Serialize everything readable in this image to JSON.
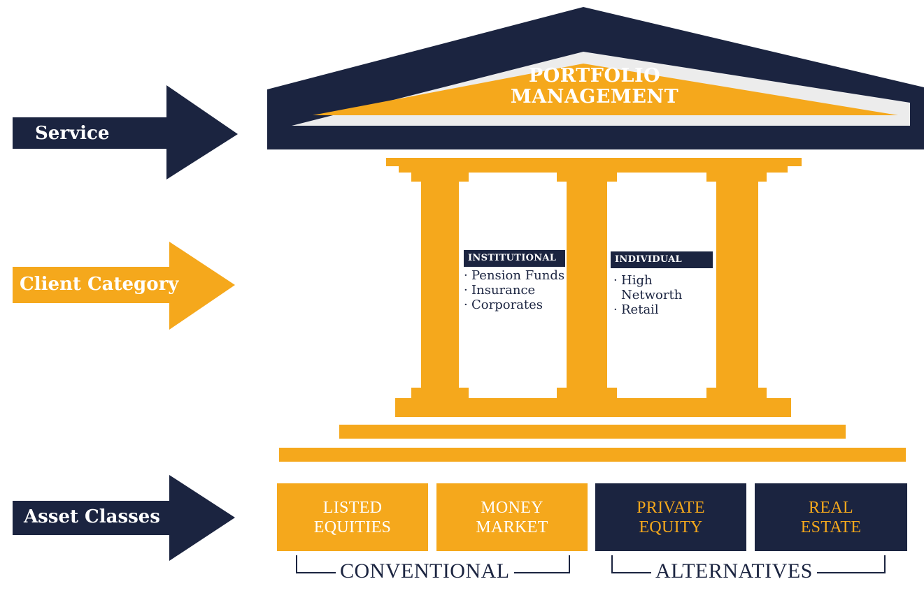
{
  "colors": {
    "navy": "#1b2440",
    "gold": "#f5a81c",
    "white": "#ffffff",
    "roof_band": "#ececec"
  },
  "arrows": [
    {
      "label": "Service",
      "color": "navy",
      "icon": "arrow-right-icon"
    },
    {
      "label": "Client Category",
      "color": "gold",
      "icon": "arrow-right-icon"
    },
    {
      "label": "Asset Classes",
      "color": "navy",
      "icon": "arrow-right-icon"
    }
  ],
  "roof": {
    "title_line1": "PORTFOLIO",
    "title_line2": "MANAGEMENT"
  },
  "client_categories": [
    {
      "header": "INSTITUTIONAL",
      "items": [
        "Pension Funds",
        "Insurance",
        "Corporates"
      ]
    },
    {
      "header": "INDIVIDUAL",
      "items": [
        "High Networth",
        "Retail"
      ]
    }
  ],
  "asset_classes": [
    {
      "line1": "LISTED",
      "line2": "EQUITIES",
      "group": "CONVENTIONAL"
    },
    {
      "line1": "MONEY",
      "line2": "MARKET",
      "group": "CONVENTIONAL"
    },
    {
      "line1": "PRIVATE",
      "line2": "EQUITY",
      "group": "ALTERNATIVES"
    },
    {
      "line1": "REAL",
      "line2": "ESTATE",
      "group": "ALTERNATIVES"
    }
  ],
  "groups": [
    "CONVENTIONAL",
    "ALTERNATIVES"
  ]
}
